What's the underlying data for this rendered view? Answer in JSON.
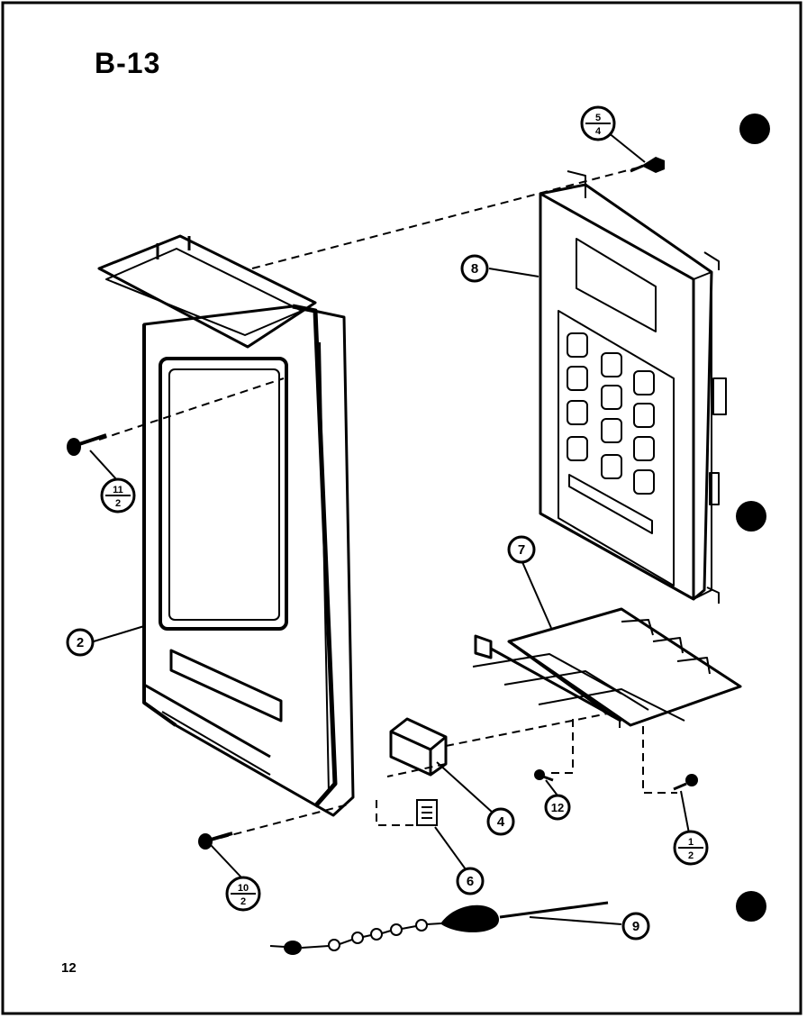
{
  "page_title": "B-13",
  "page_number": "12",
  "callouts": [
    {
      "id": "c-8",
      "kind": "single",
      "text": "8"
    },
    {
      "id": "c-2",
      "kind": "single",
      "text": "2"
    },
    {
      "id": "c-7",
      "kind": "single",
      "text": "7"
    },
    {
      "id": "c-4",
      "kind": "single",
      "text": "4"
    },
    {
      "id": "c-6",
      "kind": "single",
      "text": "6"
    },
    {
      "id": "c-9",
      "kind": "single",
      "text": "9"
    },
    {
      "id": "c-12",
      "kind": "single",
      "text": "12"
    },
    {
      "id": "c-5-4",
      "kind": "fraction",
      "top": "5",
      "bottom": "4"
    },
    {
      "id": "c-11-2",
      "kind": "fraction",
      "top": "11",
      "bottom": "2"
    },
    {
      "id": "c-10-2",
      "kind": "fraction",
      "top": "10",
      "bottom": "2"
    },
    {
      "id": "c-1-2",
      "kind": "fraction",
      "top": "1",
      "bottom": "2"
    }
  ]
}
